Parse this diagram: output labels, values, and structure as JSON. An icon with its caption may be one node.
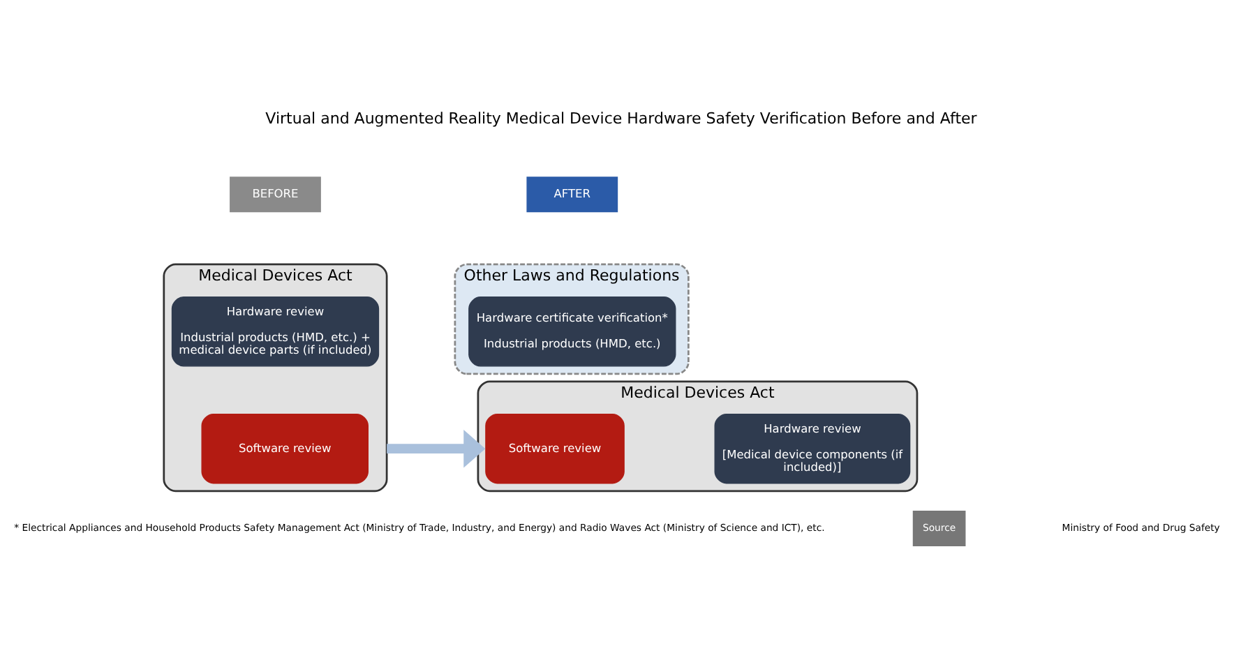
{
  "diagram": {
    "title": "Virtual and Augmented Reality Medical Device Hardware Safety Verification Before and After",
    "nodes": [
      {
        "text": [
          "BEFORE"
        ]
      },
      {
        "text": [
          "Medical Devices Act"
        ]
      },
      {
        "text": [
          "Hardware review",
          "Industrial products (HMD, etc.) + medical device parts (if included)"
        ],
        "in": 1
      },
      {
        "text": [
          "Software review"
        ],
        "in": 1
      },
      {
        "text": [
          "AFTER"
        ]
      },
      {
        "text": [
          "Other Laws and Regulations"
        ]
      },
      {
        "text": [
          "Hardware certificate verification*",
          "Industrial products (HMD, etc.)"
        ],
        "in": 5
      },
      {
        "text": [
          "Medical Devices Act"
        ]
      },
      {
        "text": [
          "Software review"
        ],
        "in": 7
      },
      {
        "text": [
          "Hardware review",
          "[Medical device components (if included)]"
        ],
        "in": 7
      }
    ],
    "edges": [
      {
        "from": 1,
        "to": 7,
        "arrow": "to",
        "color": "#a9c0dc"
      }
    ],
    "labels": [
      "* Electrical Appliances and Household Products Safety Management Act (Ministry of Trade, Industry, and Energy) and Radio Waves Act (Ministry of Science and ICT), etc.",
      "Source",
      "Ministry of Food and Drug Safety"
    ]
  }
}
